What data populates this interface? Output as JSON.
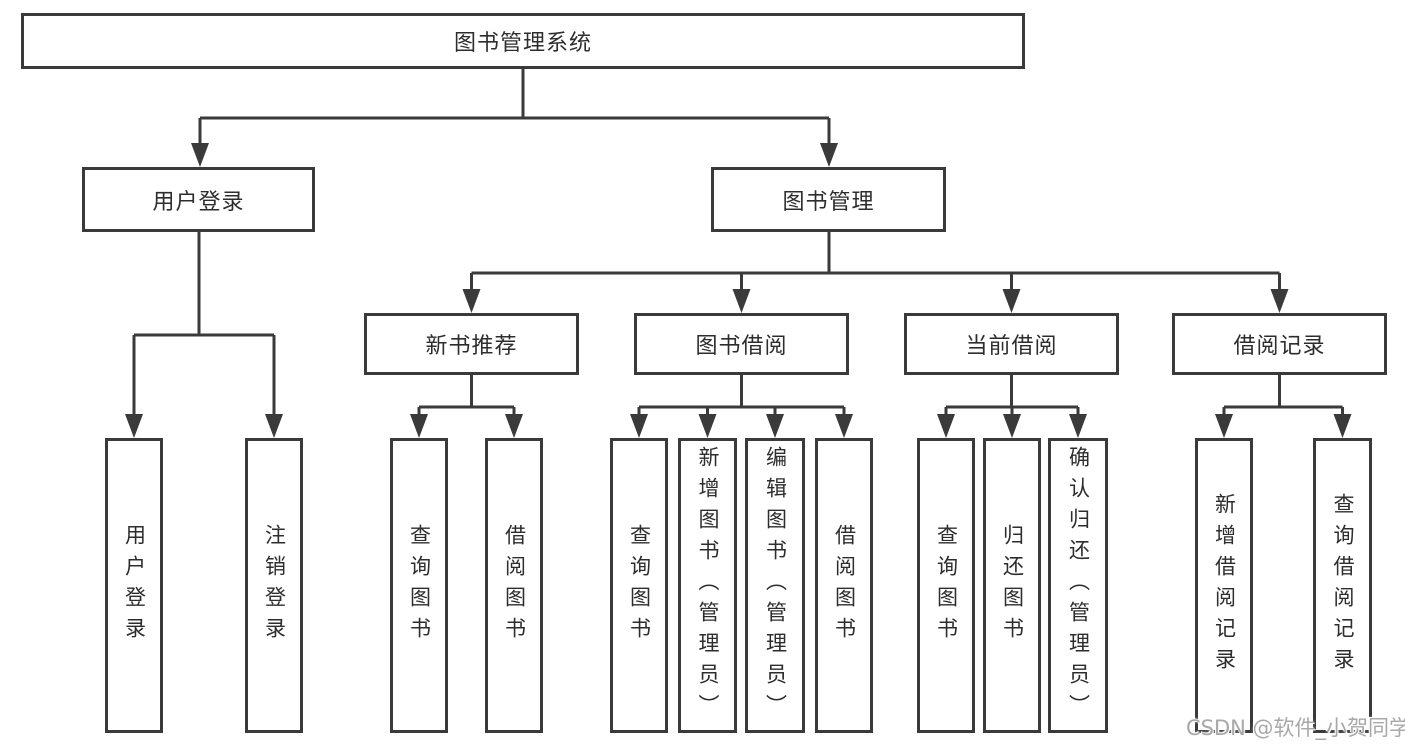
{
  "tree": {
    "root": {
      "label": "图书管理系统"
    },
    "children": [
      {
        "label": "用户登录",
        "children": [
          {
            "label": "用户登录"
          },
          {
            "label": "注销登录"
          }
        ]
      },
      {
        "label": "图书管理",
        "children": [
          {
            "label": "新书推荐",
            "children": [
              {
                "label": "查询图书"
              },
              {
                "label": "借阅图书"
              }
            ]
          },
          {
            "label": "图书借阅",
            "children": [
              {
                "label": "查询图书"
              },
              {
                "label": "新增图书（管理员）"
              },
              {
                "label": "编辑图书（管理员）"
              },
              {
                "label": "借阅图书"
              }
            ]
          },
          {
            "label": "当前借阅",
            "children": [
              {
                "label": "查询图书"
              },
              {
                "label": "归还图书"
              },
              {
                "label": "确认归还（管理员）"
              }
            ]
          },
          {
            "label": "借阅记录",
            "children": [
              {
                "label": "新增借阅记录"
              },
              {
                "label": "查询借阅记录"
              }
            ]
          }
        ]
      }
    ]
  },
  "watermark": {
    "text": "CSDN @软件_小贺同学"
  },
  "colors": {
    "line": "#3a3a3a",
    "border": "#3a3a3a",
    "text": "#2d2d2d",
    "watermark": "#a8a8a8",
    "background": "#ffffff"
  }
}
